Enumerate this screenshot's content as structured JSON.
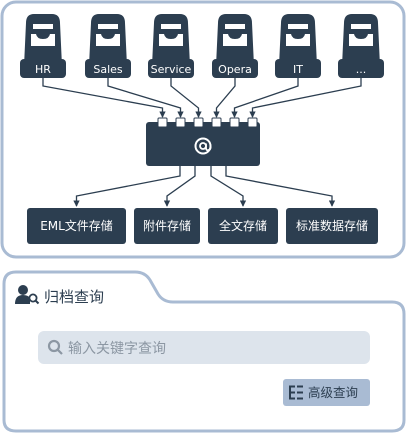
{
  "sources": [
    {
      "label": "HR"
    },
    {
      "label": "Sales"
    },
    {
      "label": "Service"
    },
    {
      "label": "Opera"
    },
    {
      "label": "IT"
    },
    {
      "label": "..."
    }
  ],
  "hub": {
    "symbol": "@"
  },
  "storage": [
    {
      "label": "EML文件存储"
    },
    {
      "label": "附件存储"
    },
    {
      "label": "全文存储"
    },
    {
      "label": "标准数据存储"
    }
  ],
  "search_panel": {
    "title": "归档查询",
    "search_placeholder": "输入关键字查询",
    "advanced_label": "高级查询"
  },
  "icons": {
    "source": "inbox-tray-icon",
    "hub": "at-sign-icon",
    "title": "user-search-icon",
    "search": "search-icon",
    "advanced": "filter-list-icon"
  },
  "colors": {
    "dark": "#2c3e50",
    "panel_border": "#a9bbd3",
    "search_bg": "#dde4ec",
    "button_bg": "#a9bbd3"
  }
}
